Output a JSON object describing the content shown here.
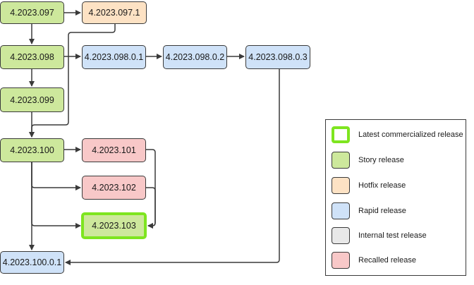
{
  "nodes": {
    "n097": "4.2023.097",
    "n0971": "4.2023.097.1",
    "n098": "4.2023.098",
    "n09801": "4.2023.098.0.1",
    "n09802": "4.2023.098.0.2",
    "n09803": "4.2023.098.0.3",
    "n099": "4.2023.099",
    "n100": "4.2023.100",
    "n101": "4.2023.101",
    "n102": "4.2023.102",
    "n103": "4.2023.103",
    "n10001": "4.2023.100.0.1"
  },
  "legend": {
    "latest": "Latest commercialized release",
    "story": "Story release",
    "hotfix": "Hotfix release",
    "rapid": "Rapid release",
    "test": "Internal test release",
    "recalled": "Recalled release"
  },
  "colors": {
    "story": "#cde89c",
    "hotfix": "#fde2c4",
    "rapid": "#cfe2f8",
    "internal_test": "#e8e8e8",
    "recalled": "#f8c8c8",
    "latest_border": "#7ee51f",
    "edge": "#3a3a3a"
  },
  "edges": [
    [
      "n097",
      "n0971"
    ],
    [
      "n097",
      "n098"
    ],
    [
      "n0971",
      "n100"
    ],
    [
      "n098",
      "n09801"
    ],
    [
      "n09801",
      "n09802"
    ],
    [
      "n09802",
      "n09803"
    ],
    [
      "n098",
      "n099"
    ],
    [
      "n099",
      "n100"
    ],
    [
      "n100",
      "n101"
    ],
    [
      "n100",
      "n102"
    ],
    [
      "n100",
      "n103"
    ],
    [
      "n101",
      "n103"
    ],
    [
      "n102",
      "n103"
    ],
    [
      "n100",
      "n10001"
    ],
    [
      "n09803",
      "n10001"
    ]
  ]
}
